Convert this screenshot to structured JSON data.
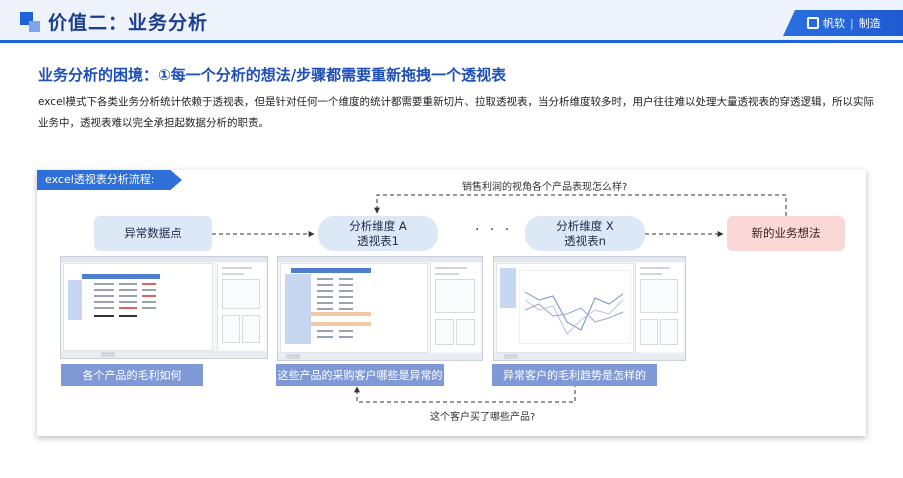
{
  "header": {
    "title": "价值二：业务分析",
    "brand_name": "帆软",
    "brand_sub": "制造",
    "accent_color": "#1f63d8"
  },
  "heading": "业务分析的困境：①每一个分析的想法/步骤都需要重新拖拽一个透视表",
  "paragraph": "excel模式下各类业务分析统计依赖于透视表，但是针对任何一个维度的统计都需要重新切片、拉取透视表，当分析维度较多时，用户往往难以处理大量透视表的穿透逻辑，所以实际业务中，透视表难以完全承担起数据分析的职责。",
  "panel": {
    "tag": "excel透视表分析流程:",
    "nodes": {
      "anomaly": "异常数据点",
      "dim_a_line1": "分析维度 A",
      "dim_a_line2": "透视表1",
      "ellipsis": "· · ·",
      "dim_x_line1": "分析维度 X",
      "dim_x_line2": "透视表n",
      "new_idea": "新的业务想法"
    },
    "top_question": "销售利润的视角各个产品表现怎么样?",
    "bottom_question": "这个客户买了哪些产品?",
    "captions": [
      "各个产品的毛利如何",
      "这些产品的采购客户哪些是异常的",
      "异常客户的毛利趋势是怎样的"
    ],
    "colors": {
      "node_blue": "#dde8f6",
      "node_red": "#fbd8d8",
      "caption": "#7f99d6",
      "tag": "#2f6fd8"
    }
  }
}
